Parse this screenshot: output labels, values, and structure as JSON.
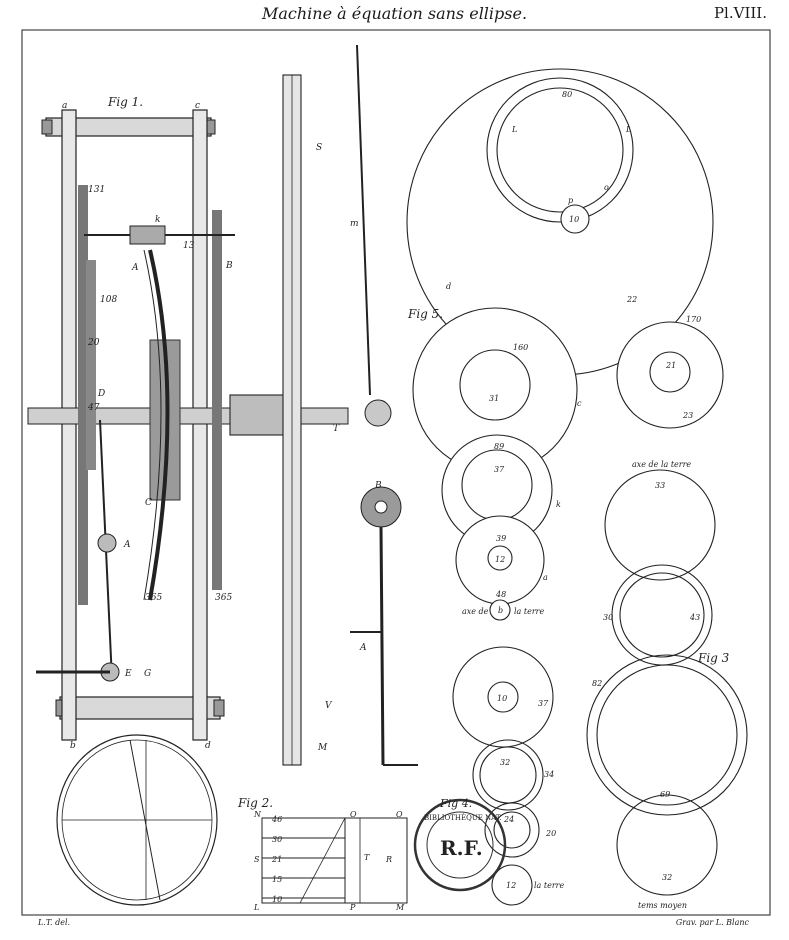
{
  "header": {
    "title": "Machine à équation sans ellipse.",
    "plate": "Pl.VIII."
  },
  "footer": {
    "left": "L.T. del.",
    "right": "Grav. par L. Blanc"
  },
  "figures": {
    "fig1": "Fig 1.",
    "fig2": "Fig 2.",
    "fig3": "Fig 3",
    "fig4": "Fig 4.",
    "fig5": "Fig 5."
  },
  "fig1_labels": {
    "a": "a",
    "c": "c",
    "b": "b",
    "d": "d",
    "k": "k",
    "A": "A",
    "B": "B",
    "n13": "13",
    "n131": "131",
    "n108": "108",
    "n20": "20",
    "n47": "47",
    "D": "D",
    "C": "C",
    "n365a": "365",
    "n365b": "365",
    "E": "E",
    "G": "G",
    "A2": "A",
    "S": "S",
    "m": "m",
    "V": "V",
    "M": "M",
    "T": "T",
    "B2": "B",
    "A3": "A"
  },
  "fig5_labels": {
    "w80": "80",
    "L1": "L",
    "L2": "L",
    "p": "p",
    "w10": "10",
    "o": "o",
    "d": "d",
    "w22": "22",
    "w170": "170",
    "w160": "160",
    "w31": "31",
    "c": "c",
    "w21": "21",
    "w23": "23",
    "w89": "89",
    "w37": "37",
    "k": "k",
    "w39": "39",
    "w12": "12",
    "a": "a",
    "w48": "48",
    "axe": "axe de",
    "b": "b",
    "terre": "la terre"
  },
  "fig3_labels": {
    "axe": "axe de la terre",
    "w33": "33",
    "w30": "30",
    "w43": "43",
    "w82": "82",
    "w69": "69",
    "w32": "32",
    "tm": "tems moyen"
  },
  "fig4_labels": {
    "w10": "10",
    "w37": "37",
    "w32": "32",
    "w34": "34",
    "w24": "24",
    "w20": "20",
    "w12": "12",
    "terre": "la terre"
  },
  "fig2_labels": {
    "N": "N",
    "O1": "O",
    "O2": "O",
    "S": "S",
    "T": "T",
    "R": "R",
    "L": "L",
    "P": "P",
    "M": "M",
    "n46": "46",
    "n30": "30",
    "n21": "21",
    "n15": "15",
    "n10": "10"
  },
  "stamp": {
    "text": "BIBLIOTHÈQUE NAT.",
    "initials": "R.F."
  }
}
